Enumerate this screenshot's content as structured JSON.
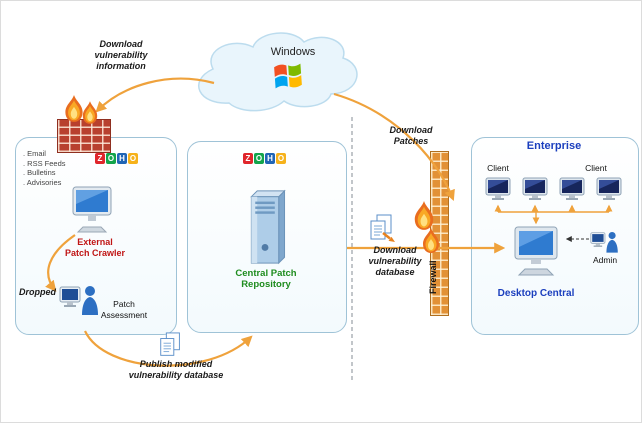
{
  "colors": {
    "arrow_orange": "#efa23c",
    "panel_border": "#9fc3d7",
    "panel_fill": "#f3fafd",
    "cloud_fill": "#e9f5fc",
    "cloud_border": "#bcdcee",
    "crawler_label_red": "#c01515",
    "repository_label_green": "#1e8c1e",
    "enterprise_blue": "#1b3fbe",
    "brick_red": "#b8402e",
    "brick_orange": "#e29136",
    "zoho_tiles": [
      "#e0262c",
      "#13a44b",
      "#2065b5",
      "#f6b21b"
    ]
  },
  "cloud": {
    "label": "Windows"
  },
  "annotations": {
    "download_vulnerability_information": [
      "Download",
      "vulnerability",
      "information"
    ],
    "download_patches": [
      "Download",
      "Patches"
    ],
    "download_vulnerability_database": [
      "Download",
      "vulnerability",
      "database"
    ],
    "publish_modified_db": [
      "Publish modified",
      "vulnerability database"
    ],
    "dropped": "Dropped"
  },
  "zoho": {
    "letters": [
      "Z",
      "O",
      "H",
      "O"
    ]
  },
  "crawler_panel": {
    "sources": [
      "Email",
      "RSS Feeds",
      "Bulletins",
      "Advisories"
    ],
    "crawler_label": [
      "External",
      "Patch Crawler"
    ],
    "assessment_label": [
      "Patch",
      "Assessment"
    ]
  },
  "repository_panel": {
    "repository_label": [
      "Central Patch",
      "Repository"
    ]
  },
  "firewall": {
    "label": "Firewall"
  },
  "enterprise_panel": {
    "title": "Enterprise",
    "client_left": "Client",
    "client_right": "Client",
    "desktop_central": "Desktop Central",
    "admin": "Admin"
  }
}
